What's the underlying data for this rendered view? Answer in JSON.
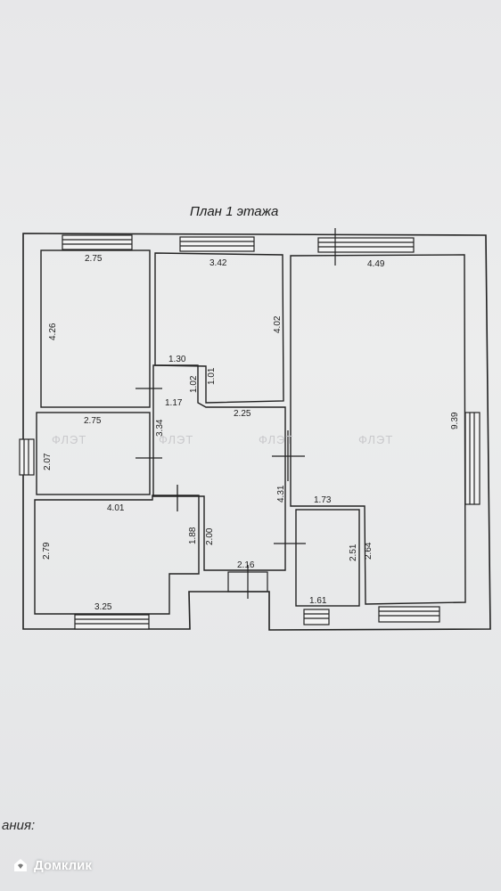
{
  "plan": {
    "title": "План 1 этажа",
    "dimensions": [
      "2.75",
      "3.42",
      "4.49",
      "4.26",
      "4.02",
      "1.30",
      "1.02",
      "1.01",
      "1.17",
      "2.25",
      "2.75",
      "3.34",
      "2.07",
      "9.39",
      "4.31",
      "1.73",
      "4.01",
      "1.88",
      "2.00",
      "2.79",
      "2.51",
      "2.64",
      "2.16",
      "3.25",
      "1.61"
    ],
    "watermark": "ФЛЭТ"
  },
  "caption": "ания:",
  "brand": {
    "name": "Домклик",
    "color": "#ffffff"
  },
  "colors": {
    "paper": "#e9e9eb",
    "ink": "#1e1e1e"
  }
}
